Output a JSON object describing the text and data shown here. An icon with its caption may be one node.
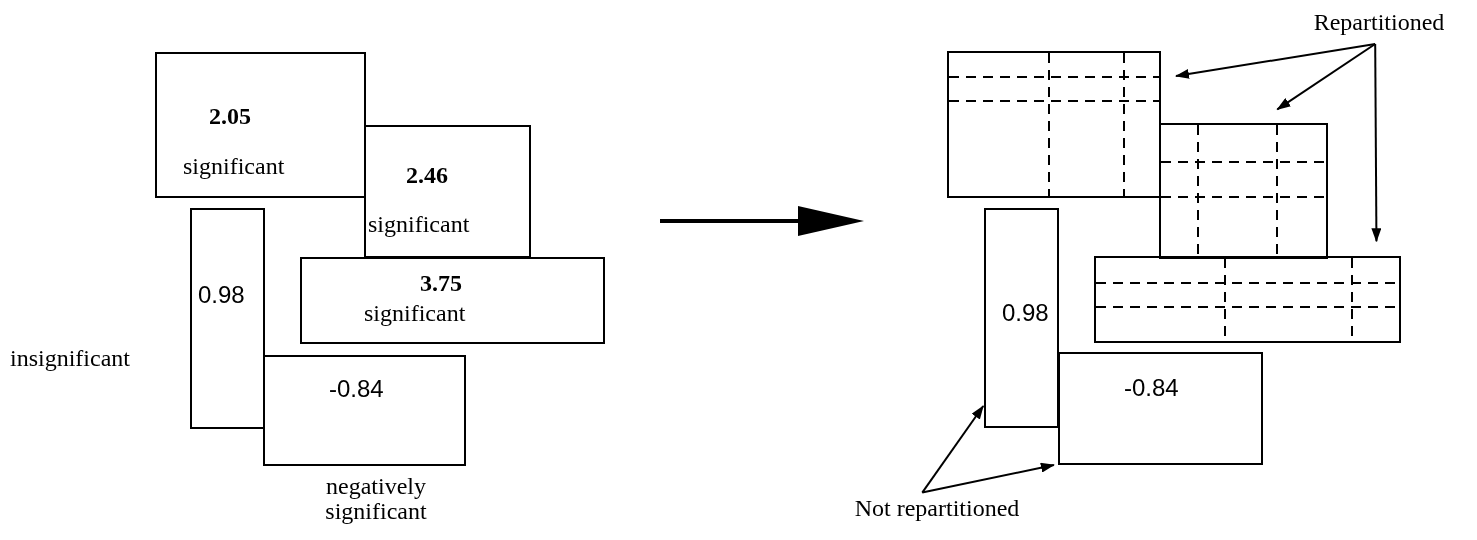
{
  "diagram": {
    "nodes": [
      {
        "text": [
          "2.05",
          "significant"
        ]
      },
      {
        "text": [
          "2.46",
          "significant"
        ]
      },
      {
        "text": [
          "0.98"
        ],
        "beside": [
          "insignificant"
        ]
      },
      {
        "text": [
          "3.75",
          "significant"
        ]
      },
      {
        "text": [
          "-0.84"
        ],
        "beside": [
          "negatively significant"
        ]
      },
      {
        "text": [],
        "shape": "box"
      },
      {
        "text": [],
        "shape": "box"
      },
      {
        "text": [
          "0.98"
        ]
      },
      {
        "text": [],
        "shape": "box"
      },
      {
        "text": [
          "-0.84"
        ]
      },
      {
        "text": [
          "Repartitioned"
        ]
      },
      {
        "text": [
          "Not repartitioned"
        ]
      }
    ],
    "edges": [
      {
        "from": 10,
        "to": 5,
        "arrow": "to"
      },
      {
        "from": 10,
        "to": 6,
        "arrow": "to"
      },
      {
        "from": 10,
        "to": 8,
        "arrow": "to"
      },
      {
        "from": 11,
        "to": 7,
        "arrow": "to"
      },
      {
        "from": 11,
        "to": 9,
        "arrow": "to"
      }
    ]
  }
}
